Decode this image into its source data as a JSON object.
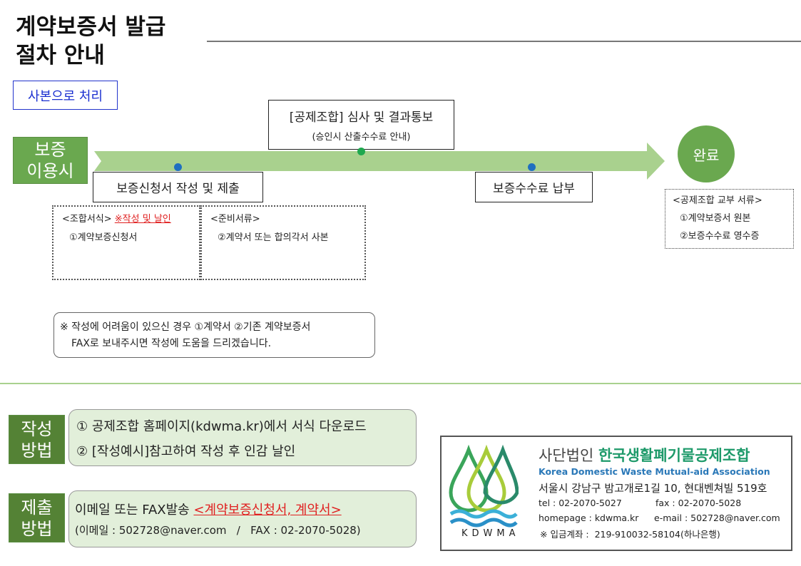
{
  "title": {
    "line1": "계약보증서 발급",
    "line2": "절차 안내"
  },
  "copy_label": "사본으로 처리",
  "start": {
    "line1": "보증",
    "line2": "이용시"
  },
  "steps": {
    "review": {
      "title": "[공제조합] 심사 및 결과통보",
      "sub": "(승인시 산출수수료 안내)"
    },
    "submit": "보증신청서 작성 및 제출",
    "pay": "보증수수료 납부"
  },
  "done": "완료",
  "issued_docs": {
    "title": "<공제조합 교부 서류>",
    "items": [
      "①계약보증서 원본",
      "②보증수수료 영수증"
    ]
  },
  "forms": {
    "title": "<조합서식>",
    "note": "※작성 및 날인",
    "item": "①계약보증신청서"
  },
  "prep": {
    "title": "<준비서류>",
    "item": "②계약서 또는 합의각서 사본"
  },
  "help_note": {
    "line1": "※ 작성에 어려움이 있으신 경우 ①계약서 ②기존 계약보증서",
    "line2": "FAX로 보내주시면 작성에 도움을 드리겠습니다."
  },
  "write_method": {
    "label1": "작성",
    "label2": "방법",
    "items": [
      "① 공제조합 홈페이지(kdwma.kr)에서 서식 다운로드",
      "② [작성예시]참고하여 작성 후 인감 날인"
    ]
  },
  "submit_method": {
    "label1": "제출",
    "label2": "방법",
    "line1": "이메일 또는 FAX발송",
    "docs": "<계약보증신청서, 계약서>",
    "line2": "(이메일 : 502728@naver.com   /   FAX : 02-2070-5028)"
  },
  "org": {
    "prefix": "사단법인",
    "name": "한국생활폐기물공제조합",
    "english": "Korea Domestic Waste Mutual-aid Association",
    "address": "서울시 강남구 밤고개로1길 10, 현대벤쳐빌 519호",
    "tel": "tel : 02-2070-5027",
    "fax": "fax : 02-2070-5028",
    "homepage": "homepage : kdwma.kr",
    "email": "e-mail : 502728@naver.com",
    "account": "※ 입금계좌 :  219-910032-58104(하나은행)",
    "logo_text": "KDWMA"
  }
}
